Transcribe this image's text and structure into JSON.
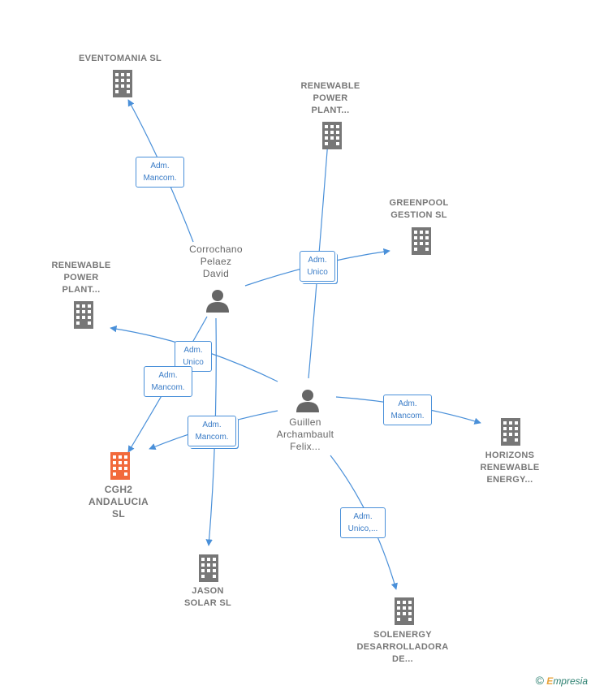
{
  "colors": {
    "edge": "#4a90d9",
    "building": "#777777",
    "building_main": "#f26a3c",
    "person": "#666666"
  },
  "nodes": {
    "eventomania": {
      "label": "EVENTOMANIA SL",
      "icon": "building-icon"
    },
    "renewable_top": {
      "label_lines": [
        "RENEWABLE",
        "POWER",
        "PLANT..."
      ],
      "icon": "building-icon"
    },
    "greenpool": {
      "label_lines": [
        "GREENPOOL",
        "GESTION SL"
      ],
      "icon": "building-icon"
    },
    "renewable_left": {
      "label_lines": [
        "RENEWABLE",
        "POWER",
        "PLANT..."
      ],
      "icon": "building-icon"
    },
    "corrochano": {
      "label_lines": [
        "Corrochano",
        "Pelaez",
        "David"
      ],
      "icon": "person-icon"
    },
    "guillen": {
      "label_lines": [
        "Guillen",
        "Archambault",
        "Felix..."
      ],
      "icon": "person-icon"
    },
    "cgh2": {
      "label_lines": [
        "CGH2",
        "ANDALUCIA",
        "SL"
      ],
      "icon": "building-icon"
    },
    "horizons": {
      "label_lines": [
        "HORIZONS",
        "RENEWABLE",
        "ENERGY..."
      ],
      "icon": "building-icon"
    },
    "jason": {
      "label_lines": [
        "JASON",
        "SOLAR SL"
      ],
      "icon": "building-icon"
    },
    "solenergy": {
      "label_lines": [
        "SOLENERGY",
        "DESARROLLADORA",
        "DE..."
      ],
      "icon": "building-icon"
    }
  },
  "badges": {
    "b1": [
      "Adm.",
      "Mancom."
    ],
    "b2": [
      "Adm.",
      "Unico"
    ],
    "b3": [
      "Adm.",
      "Unico"
    ],
    "b4": [
      "Adm.",
      "Mancom."
    ],
    "b5": [
      "Adm.",
      "Mancom."
    ],
    "b6": [
      "Adm.",
      "Mancom."
    ],
    "b7": [
      "Adm.",
      "Unico,..."
    ]
  },
  "footer": {
    "copyright": "©",
    "brand_initial": "E",
    "brand_rest": "mpresia"
  }
}
